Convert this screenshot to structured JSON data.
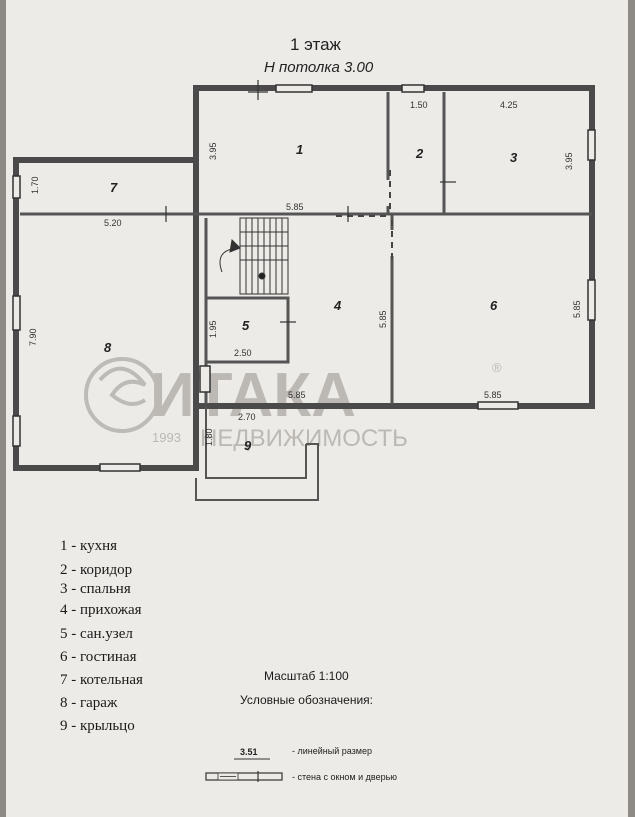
{
  "plan": {
    "title": "1 этаж",
    "subtitle": "Н потолка 3.00"
  },
  "dimensions": {
    "d1": "3.95",
    "d2": "1.50",
    "d3": "4.25",
    "d4": "3.95",
    "d5": "1.70",
    "d6": "5.20",
    "d7": "5.85",
    "d8": "7.90",
    "d9": "1.95",
    "d10": "2.50",
    "d11": "5.85",
    "d12": "5.85",
    "d13": "5.85",
    "d14": "5.85",
    "d15": "2.70",
    "d16": "1.80"
  },
  "rooms": [
    "1",
    "2",
    "3",
    "4",
    "5",
    "6",
    "7",
    "8",
    "9"
  ],
  "legend": [
    "1 - кухня",
    "2 - коридор",
    "3 - спальня",
    "4 - прихожая",
    "5 - сан.узел",
    "6 - гостиная",
    "7 - котельная",
    "8 - гараж",
    "9 - крыльцо"
  ],
  "notes": {
    "scale": "Масштаб 1:100",
    "key_title": "Условные обозначения:",
    "dim_sample": "3.51",
    "dim_desc": "- линейный размер",
    "wall_desc": "- стена с окном и дверью"
  },
  "watermark": {
    "brand": "ИТАКА",
    "year": "1993",
    "sub": "НЕДВИЖИМОСТЬ",
    "reg": "®"
  },
  "colors": {
    "paper": "#ecebe7",
    "wall": "#4a4a4a",
    "watermark": "#b7b4b0"
  }
}
